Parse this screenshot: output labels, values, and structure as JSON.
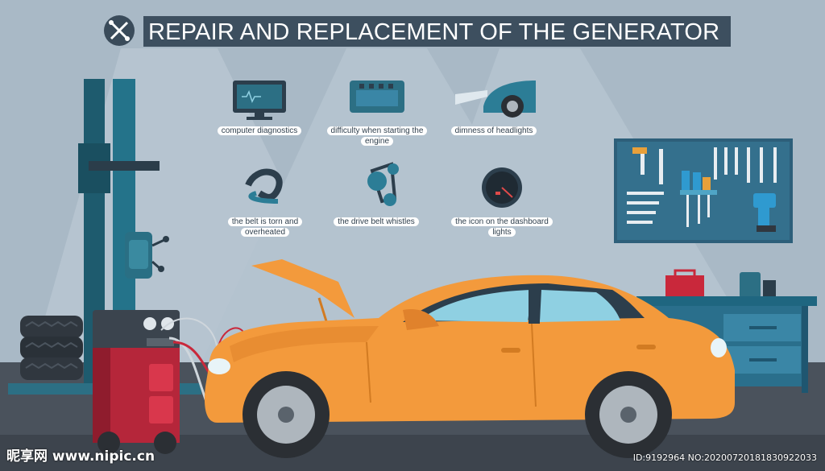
{
  "title": "REPAIR AND REPLACEMENT OF THE GENERATOR",
  "title_icon": "wrench-screwdriver-icon",
  "symptoms": [
    {
      "icon": "computer-monitor-icon",
      "label": "computer diagnostics"
    },
    {
      "icon": "car-battery-icon",
      "label": "difficulty when starting the engine"
    },
    {
      "icon": "headlight-icon",
      "label": "dimness of headlights"
    },
    {
      "icon": "torn-belt-icon",
      "label": "the belt is torn and overheated"
    },
    {
      "icon": "drive-belt-pulley-icon",
      "label": "the drive belt whistles"
    },
    {
      "icon": "dashboard-gauge-icon",
      "label": "the icon on the dashboard lights"
    }
  ],
  "watermark": "昵享网 www.nipic.cn",
  "image_id": "ID:9192964 NO:20200720181830922033",
  "colors": {
    "background": "#a9b9c6",
    "car": "#f39a3c",
    "title_bar": "#3d4f5f",
    "pegboard": "#2d5f7a",
    "machine": "#b5263a"
  }
}
